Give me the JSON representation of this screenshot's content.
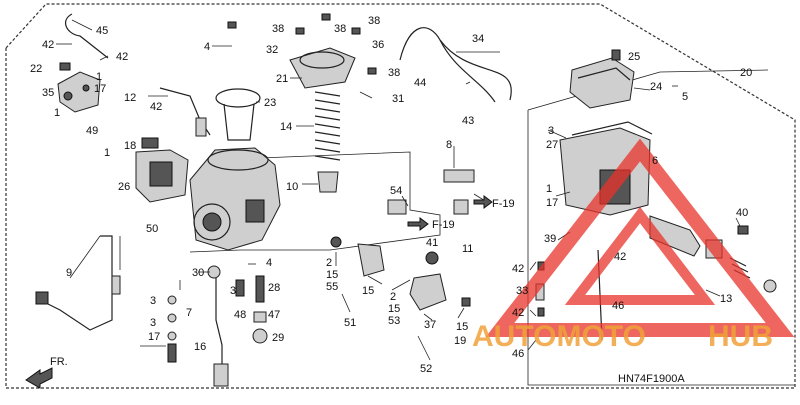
{
  "diagram": {
    "refs": {
      "f19": "F-19",
      "fr": "FR.",
      "code": "HN74F1900A"
    },
    "labels": {
      "l1a": "1",
      "l1b": "1",
      "l1c": "1",
      "l2a": "2",
      "l2b": "2",
      "l3a": "3",
      "l3b": "3",
      "l3c": "3",
      "l3d": "3",
      "l4a": "4",
      "l4b": "4",
      "l5": "5",
      "l6": "6",
      "l7": "7",
      "l8": "8",
      "l9": "9",
      "l10": "10",
      "l11": "11",
      "l12": "12",
      "l13": "13",
      "l14": "14",
      "l15a": "15",
      "l15b": "15",
      "l15c": "15",
      "l16": "16",
      "l17a": "17",
      "l17b": "17",
      "l17c": "17",
      "l18": "18",
      "l19": "19",
      "l20": "20",
      "l21": "21",
      "l22": "22",
      "l23": "23",
      "l24": "24",
      "l25": "25",
      "l26": "26",
      "l27": "27",
      "l28": "28",
      "l29": "29",
      "l30": "30",
      "l31": "31",
      "l32": "32",
      "l33": "33",
      "l34": "34",
      "l35": "35",
      "l36": "36",
      "l37": "37",
      "l38a": "38",
      "l38b": "38",
      "l38c": "38",
      "l38d": "38",
      "l39": "39",
      "l40": "40",
      "l41": "41",
      "l42a": "42",
      "l42b": "42",
      "l42c": "42",
      "l42d": "42",
      "l42e": "42",
      "l42f": "42",
      "l43": "43",
      "l44": "44",
      "l45": "45",
      "l46a": "46",
      "l46b": "46",
      "l47": "47",
      "l48": "48",
      "l49": "49",
      "l50": "50",
      "l51": "51",
      "l52": "52",
      "l53": "53",
      "l54": "54",
      "l55": "55"
    },
    "watermark": {
      "word_a": "AUTOMOTO",
      "word_b": "HUB",
      "color_red": "#e8332a",
      "color_orange": "#f0a23a"
    }
  }
}
